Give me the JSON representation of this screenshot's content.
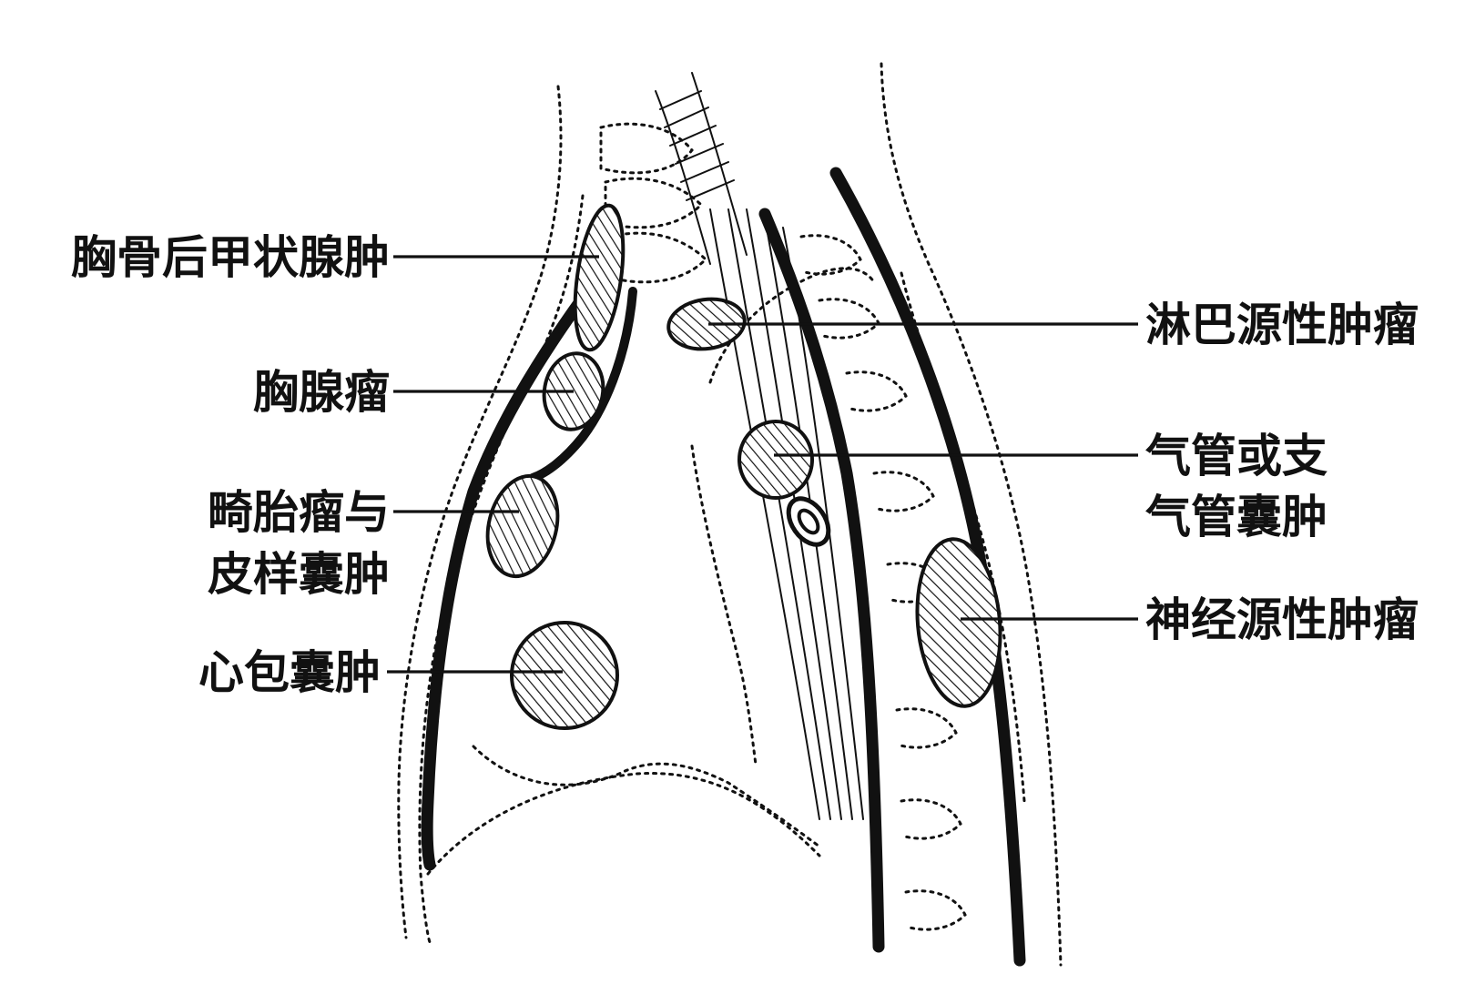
{
  "labels": {
    "retrosternal_thyroid": "胸骨后甲状腺肿",
    "thymoma": "胸腺瘤",
    "teratoma_line1": "畸胎瘤与",
    "teratoma_line2": "皮样囊肿",
    "pericardial_cyst": "心包囊肿",
    "lymphoma": "淋巴源性肿瘤",
    "bronchogenic_line1": "气管或支",
    "bronchogenic_line2": "气管囊肿",
    "neurogenic": "神经源性肿瘤"
  },
  "colors": {
    "ink": "#111111",
    "background": "#ffffff"
  }
}
